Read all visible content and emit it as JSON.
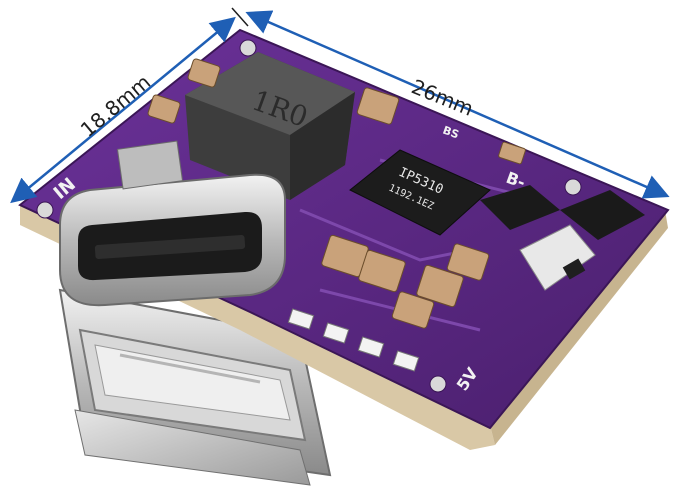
{
  "dimensions": {
    "width_label": "26mm",
    "height_label": "18.8mm",
    "arrow_color": "#1f5fb5"
  },
  "board": {
    "pcb_color": "#5e2a86",
    "edge_color": "#d9c8a6",
    "chip_marking_line1": "IP5310",
    "chip_marking_line2": "1192.1EZ",
    "inductor_marking": "1R0",
    "silk_in": "IN",
    "silk_5v": "5V",
    "silk_bminus": "B-",
    "silk_bs": "BS"
  },
  "components": {
    "usb_c": "usb-c-port-icon",
    "usb_a": "usb-a-port-icon",
    "inductor": "power-inductor-icon",
    "ic": "qfn-ic-icon",
    "switch": "slide-switch-icon",
    "leds": "led-indicator-icon"
  }
}
